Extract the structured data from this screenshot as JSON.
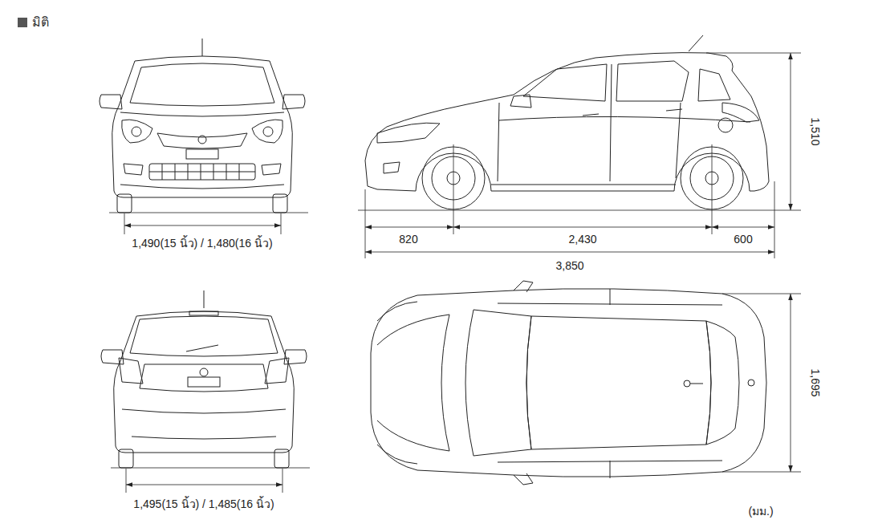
{
  "diagram": {
    "title": "มิติ",
    "labels": [
      "1,490(15 นิ้ว) / 1,480(16 นิ้ว)",
      "820",
      "2,430",
      "600",
      "3,850",
      "1,510",
      "1,495(15 นิ้ว) / 1,485(16 นิ้ว)",
      "1,695",
      "(มม.)"
    ]
  }
}
